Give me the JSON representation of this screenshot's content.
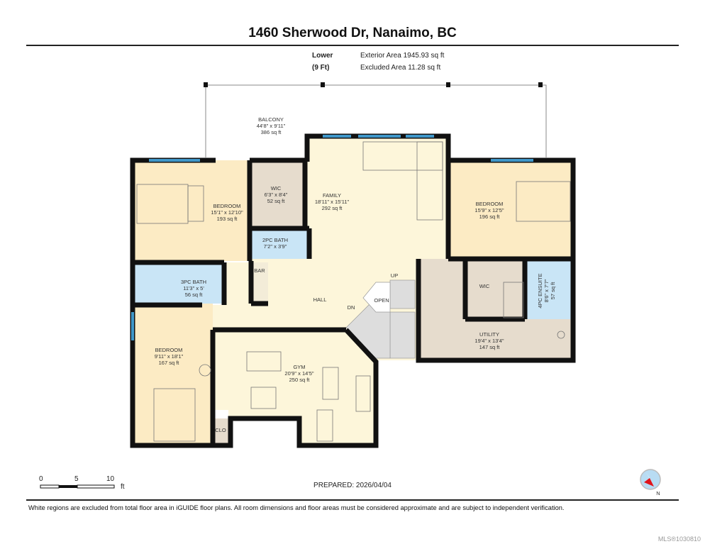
{
  "header": {
    "title": "1460 Sherwood Dr, Nanaimo, BC",
    "level": "Lower (9 Ft)",
    "exterior_area": "Exterior Area 1945.93 sq ft",
    "excluded_area": "Excluded Area 11.28 sq ft"
  },
  "rooms": {
    "balcony": {
      "name": "BALCONY",
      "dims": "44'8\" x 9'11\"",
      "area": "386 sq ft"
    },
    "bedroom1": {
      "name": "BEDROOM",
      "dims": "15'1\" x 12'10\"",
      "area": "193 sq ft"
    },
    "wic1": {
      "name": "WIC",
      "dims": "6'3\" x 8'4\"",
      "area": "52 sq ft"
    },
    "family": {
      "name": "FAMILY",
      "dims": "18'11\" x 15'11\"",
      "area": "292 sq ft"
    },
    "bedroom2": {
      "name": "BEDROOM",
      "dims": "15'9\" x 12'5\"",
      "area": "196 sq ft"
    },
    "bath2pc": {
      "name": "2PC BATH",
      "dims": "7'2\" x 3'9\""
    },
    "bath3pc": {
      "name": "3PC BATH",
      "dims": "11'3\" x 5'",
      "area": "56 sq ft"
    },
    "bar": {
      "name": "BAR"
    },
    "hall": {
      "name": "HALL"
    },
    "wic2": {
      "name": "WIC"
    },
    "ensuite": {
      "name": "4PC ENSUITE",
      "dims": "8'6\" x 7'7\"",
      "area": "57 sq ft"
    },
    "utility": {
      "name": "UTILITY",
      "dims": "19'4\" x 13'4\"",
      "area": "147 sq ft"
    },
    "bedroom3": {
      "name": "BEDROOM",
      "dims": "9'11\" x 18'1\"",
      "area": "167 sq ft"
    },
    "gym": {
      "name": "GYM",
      "dims": "20'9\" x 14'5\"",
      "area": "250 sq ft"
    },
    "closet": {
      "name": "CLO"
    }
  },
  "stairs": {
    "up": "UP",
    "down": "DN",
    "open": "OPEN"
  },
  "scale": {
    "labels": [
      "0",
      "5",
      "10"
    ],
    "unit": "ft"
  },
  "compass": {
    "label": "N"
  },
  "footer": {
    "prepared": "PREPARED: 2026/04/04",
    "disclaimer": "White regions are excluded from total floor area in iGUIDE floor plans. All room dimensions and floor areas must be considered approximate and are subject to independent verification.",
    "mls": "MLS®1030810"
  },
  "colors": {
    "bedroom": "#fcebc4",
    "hall": "#fdf6da",
    "wic": "#e6dccd",
    "bath": "#c9e5f6",
    "wall": "#111111",
    "window": "#3f97c9"
  }
}
